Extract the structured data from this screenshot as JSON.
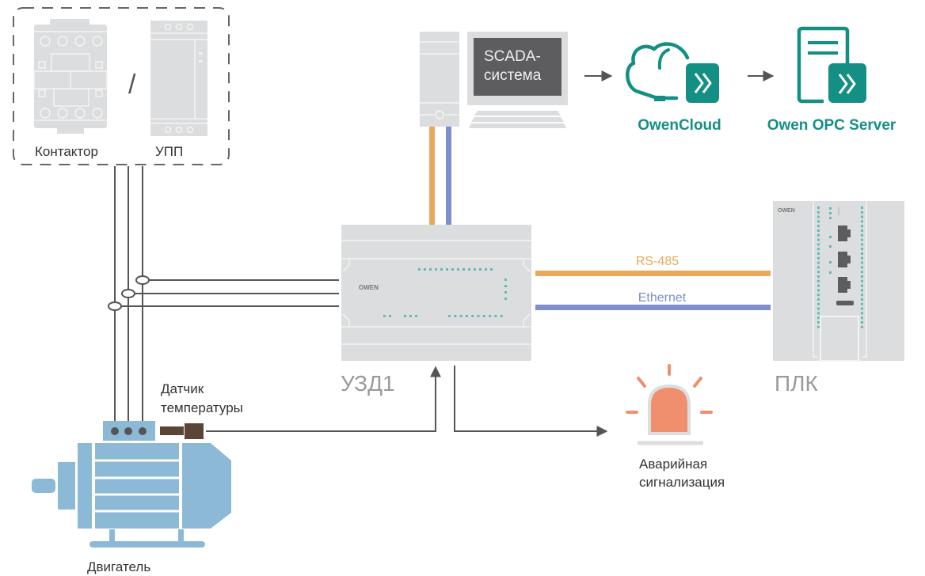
{
  "colors": {
    "device_gray": "#dcddde",
    "device_line": "#f4f4f4",
    "wire": "#555558",
    "teal": "#138f84",
    "led_teal": "#5fbcb4",
    "rs485": "#e9a95c",
    "ethernet": "#7f8fcb",
    "motor": "#8cbad6",
    "sensor": "#5a4537",
    "alarm": "#ef8f6d",
    "screen": "#5d5d60",
    "label_dark": "#333333",
    "label_gray": "#9a9a9a"
  },
  "switching_group": {
    "contactor_label": "Контактор",
    "separator": "/",
    "soft_starter_label": "УПП"
  },
  "scada": {
    "line1": "SCADA-",
    "line2": "система"
  },
  "cloud": {
    "label": "OwenCloud"
  },
  "opc": {
    "label": "Owen OPC Server"
  },
  "uzd": {
    "label": "УЗД1",
    "brand": "OWEN"
  },
  "plc": {
    "label": "ПЛК",
    "brand": "OWEN"
  },
  "links": {
    "rs485": "RS-485",
    "ethernet": "Ethernet"
  },
  "sensor": {
    "line1": "Датчик",
    "line2": "температуры"
  },
  "motor": {
    "label": "Двигатель"
  },
  "alarm": {
    "line1": "Аварийная",
    "line2": "сигнализация"
  }
}
